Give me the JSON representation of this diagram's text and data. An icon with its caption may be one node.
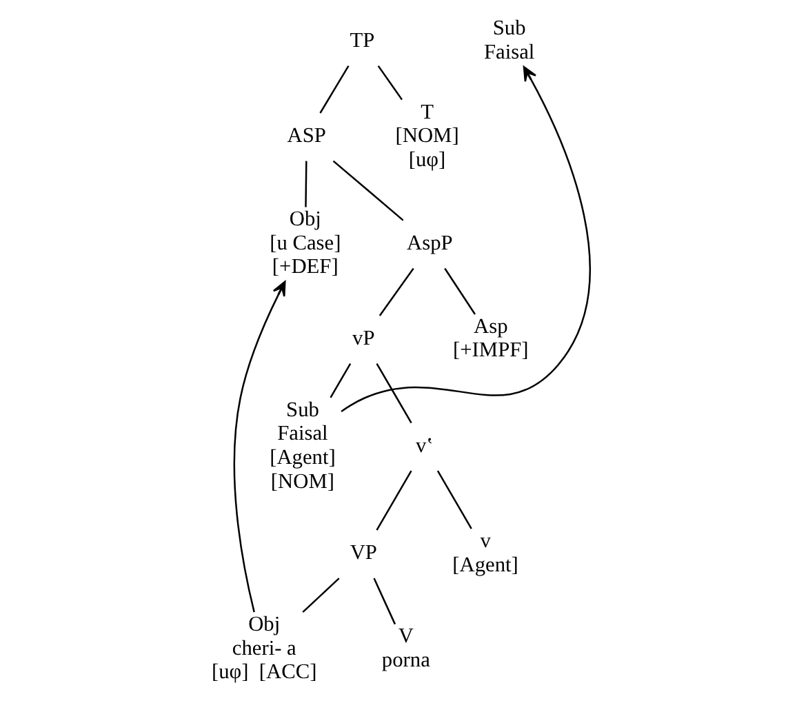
{
  "diagram": {
    "nodes": [
      {
        "text": [
          "TP"
        ]
      },
      {
        "text": [
          "ASP"
        ]
      },
      {
        "text": [
          "T",
          "[NOM]",
          "[uφ]"
        ]
      },
      {
        "text": [
          "Obj",
          "[u Case]",
          "[+DEF]"
        ]
      },
      {
        "text": [
          "AspP"
        ]
      },
      {
        "text": [
          "vP"
        ]
      },
      {
        "text": [
          "Asp",
          "[+IMPF]"
        ]
      },
      {
        "text": [
          "Sub",
          "Faisal",
          "[Agent]",
          "[NOM]"
        ]
      },
      {
        "text": [
          "vʽ"
        ]
      },
      {
        "text": [
          "VP"
        ]
      },
      {
        "text": [
          "v",
          "[Agent]"
        ]
      },
      {
        "text": [
          "Obj",
          "cheri- a",
          "[uφ]  [ACC]"
        ]
      },
      {
        "text": [
          "V",
          "porna"
        ]
      },
      {
        "text": [
          "Sub",
          "Faisal"
        ]
      }
    ],
    "edges": [
      {
        "from": 0,
        "to": 1,
        "arrow": "none"
      },
      {
        "from": 0,
        "to": 2,
        "arrow": "none"
      },
      {
        "from": 1,
        "to": 3,
        "arrow": "none"
      },
      {
        "from": 1,
        "to": 4,
        "arrow": "none"
      },
      {
        "from": 4,
        "to": 5,
        "arrow": "none"
      },
      {
        "from": 4,
        "to": 6,
        "arrow": "none"
      },
      {
        "from": 5,
        "to": 7,
        "arrow": "none"
      },
      {
        "from": 5,
        "to": 8,
        "arrow": "none"
      },
      {
        "from": 8,
        "to": 9,
        "arrow": "none"
      },
      {
        "from": 8,
        "to": 10,
        "arrow": "none"
      },
      {
        "from": 9,
        "to": 11,
        "arrow": "none"
      },
      {
        "from": 9,
        "to": 12,
        "arrow": "none"
      },
      {
        "from": 7,
        "to": 13,
        "arrow": "to"
      },
      {
        "from": 11,
        "to": 3,
        "arrow": "to"
      }
    ]
  }
}
